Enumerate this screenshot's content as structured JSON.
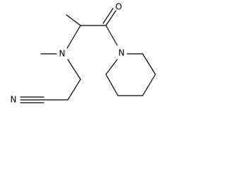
{
  "molecule": {
    "atoms": {
      "oxygen": "O",
      "amine_nitrogen": "N",
      "piperidine_nitrogen": "N",
      "nitrile_nitrogen": "N"
    }
  }
}
